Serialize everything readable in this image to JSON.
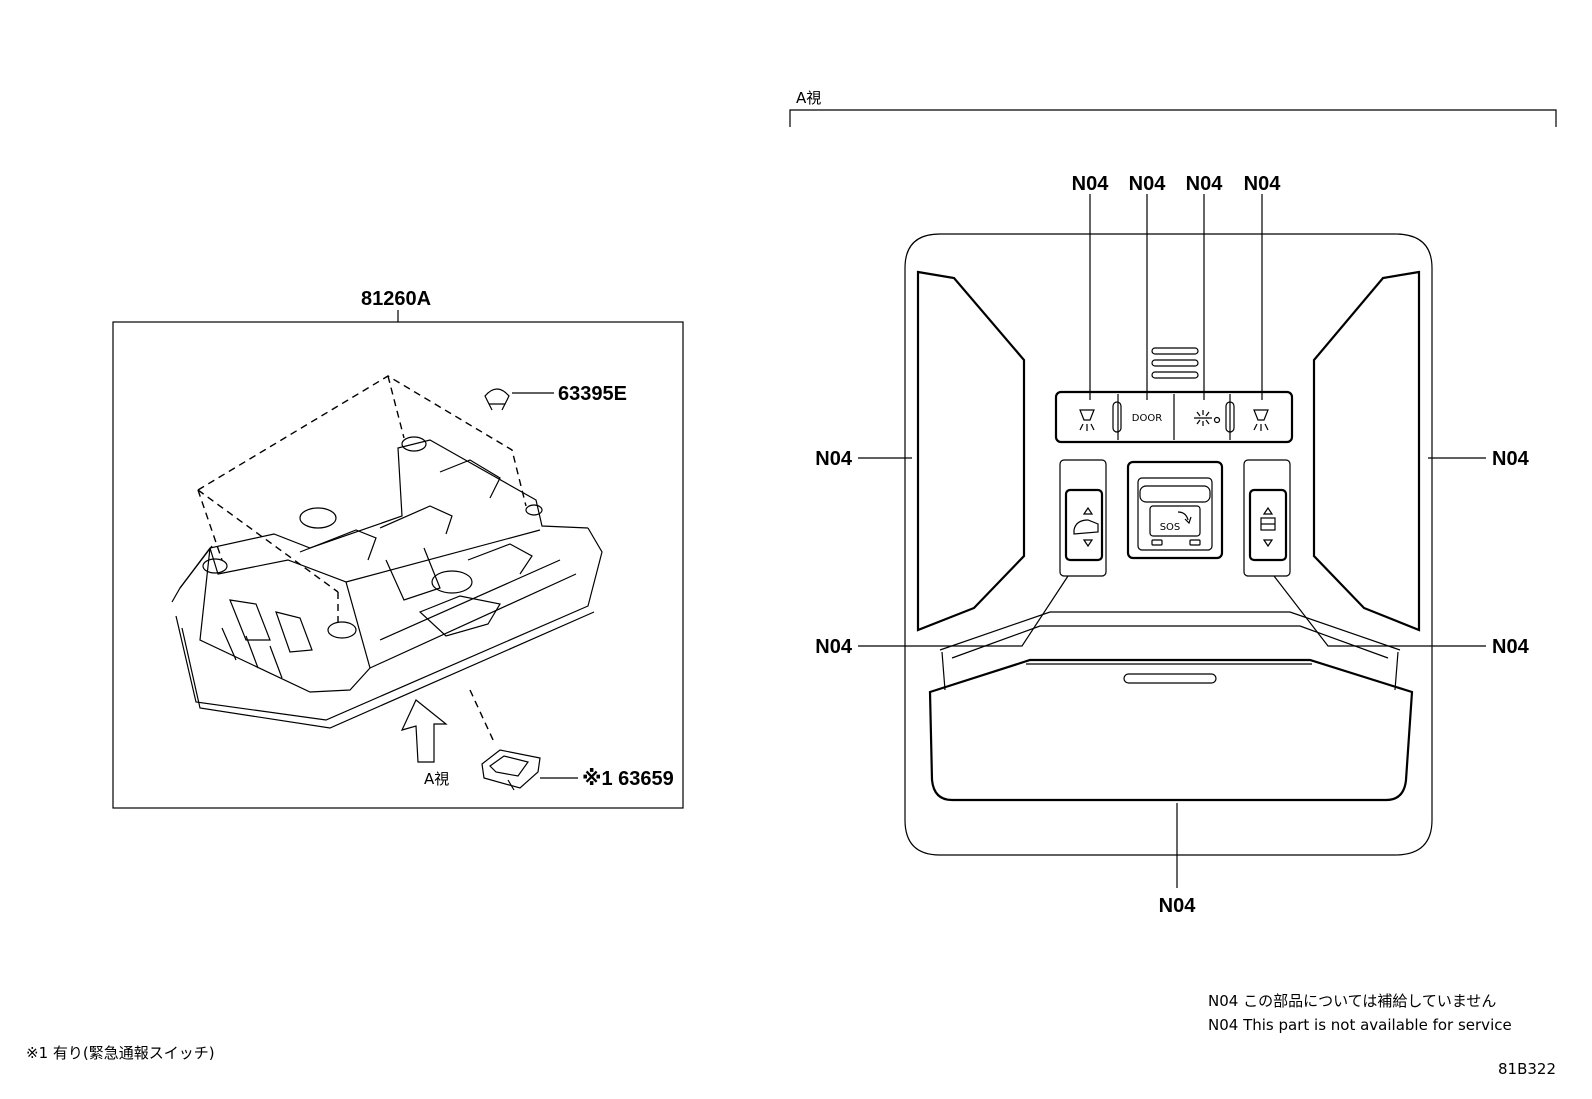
{
  "left_assembly": {
    "main_part": "81260A",
    "plug_part": "63395E",
    "bracket_part": "※1 63659",
    "view_arrow_label": "A視"
  },
  "view_a": {
    "title": "A視",
    "callouts": [
      "N04",
      "N04",
      "N04",
      "N04",
      "N04",
      "N04",
      "N04",
      "N04",
      "N04"
    ],
    "switch_texts": {
      "door": "DOOR",
      "sos": "SOS"
    }
  },
  "footnote": "※1 有り(緊急通報スイッチ)",
  "legend": {
    "line_jp": "N04 この部品については補給していません",
    "line_en": "N04 This part is not available for service"
  },
  "drawing_id": "81B322"
}
